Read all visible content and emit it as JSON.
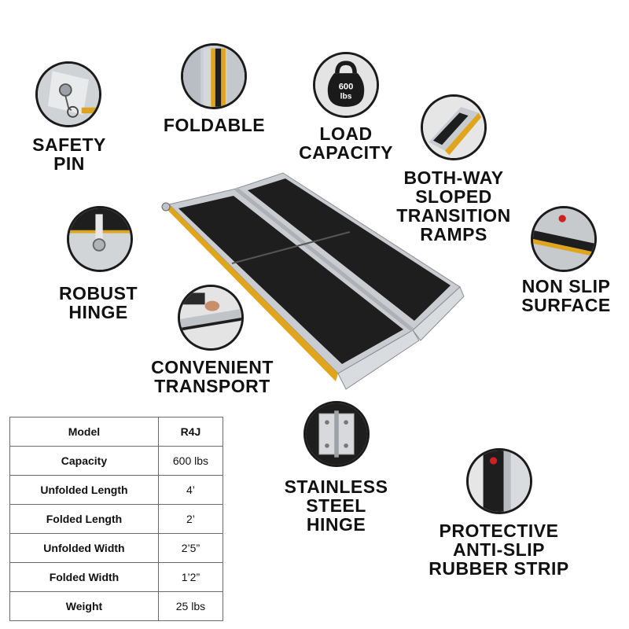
{
  "features": {
    "safety_pin": [
      "SAFETY",
      "PIN"
    ],
    "foldable": [
      "FOLDABLE"
    ],
    "load_capacity": [
      "LOAD",
      "CAPACITY"
    ],
    "kettlebell_text": [
      "600",
      "lbs"
    ],
    "transition_ramps": [
      "BOTH-WAY",
      "SLOPED",
      "TRANSITION",
      "RAMPS"
    ],
    "robust_hinge": [
      "ROBUST",
      "HINGE"
    ],
    "non_slip": [
      "NON SLIP",
      "SURFACE"
    ],
    "convenient_transport": [
      "CONVENIENT",
      "TRANSPORT"
    ],
    "stainless_hinge": [
      "STAINLESS",
      "STEEL",
      "HINGE"
    ],
    "rubber_strip": [
      "PROTECTIVE",
      "ANTI-SLIP",
      "RUBBER STRIP"
    ]
  },
  "spec_table": {
    "rows": [
      {
        "key": "Model",
        "value": "R4J"
      },
      {
        "key": "Capacity",
        "value": "600 lbs"
      },
      {
        "key": "Unfolded Length",
        "value": "4’"
      },
      {
        "key": "Folded Length",
        "value": "2’"
      },
      {
        "key": "Unfolded Width",
        "value": "2’5”"
      },
      {
        "key": "Folded Width",
        "value": "1’2”"
      },
      {
        "key": "Weight",
        "value": "25 lbs"
      }
    ]
  },
  "colors": {
    "ink": "#111111",
    "ramp_surface": "#1e1e1e",
    "aluminum": "#c9ccd0",
    "accent_yellow": "#e0a51c"
  }
}
